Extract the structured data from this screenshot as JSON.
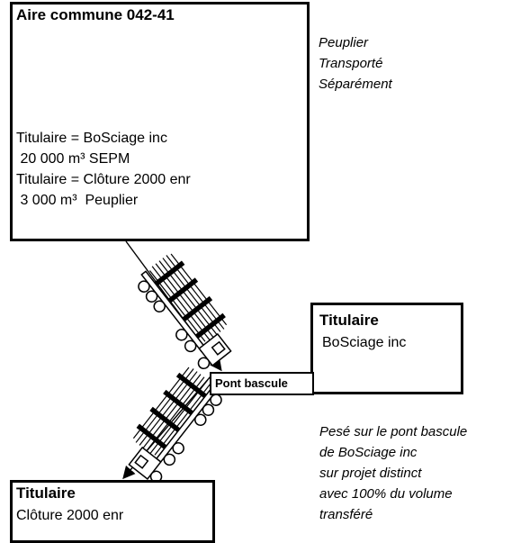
{
  "aire": {
    "title": "Aire commune 042-41",
    "lines": [
      "Titulaire = BoSciage inc",
      " 20 000 m³ SEPM",
      "Titulaire = Clôture 2000 enr",
      " 3 000 m³  Peuplier"
    ]
  },
  "note_top": [
    "Peuplier",
    "Transporté",
    "Séparément"
  ],
  "box_bosciage": {
    "title": "Titulaire",
    "name": "BoSciage inc"
  },
  "pont": {
    "label": "Pont bascule"
  },
  "box_cloture": {
    "title": "Titulaire",
    "name": "Clôture 2000 enr"
  },
  "note_bottom": [
    "Pesé sur le pont bascule",
    "de BoSciage inc",
    "sur projet distinct",
    "avec 100% du volume",
    "transféré"
  ]
}
